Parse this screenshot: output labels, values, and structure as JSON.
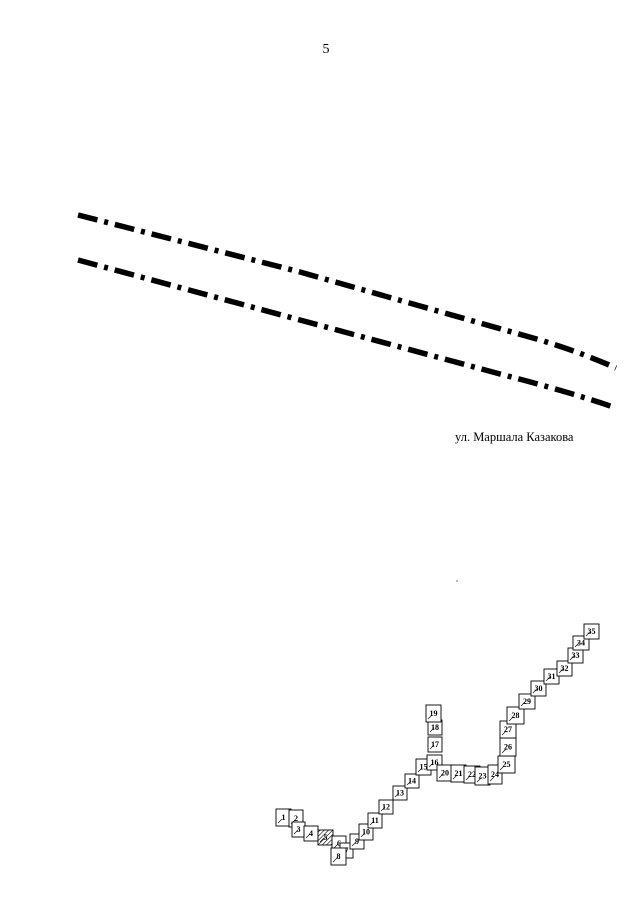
{
  "page_number": "5",
  "street_label": "ул. Маршала Казакова",
  "map": {
    "road_color": "#000000",
    "plots": [
      {
        "label": "1"
      },
      {
        "label": "2"
      },
      {
        "label": "3"
      },
      {
        "label": "4"
      },
      {
        "label": "5",
        "hatched": true
      },
      {
        "label": "6"
      },
      {
        "label": "7"
      },
      {
        "label": "8"
      },
      {
        "label": "9"
      },
      {
        "label": "10"
      },
      {
        "label": "11"
      },
      {
        "label": "12"
      },
      {
        "label": "13"
      },
      {
        "label": "14"
      },
      {
        "label": "15"
      },
      {
        "label": "16"
      },
      {
        "label": "17"
      },
      {
        "label": "18"
      },
      {
        "label": "19"
      },
      {
        "label": "20"
      },
      {
        "label": "21"
      },
      {
        "label": "22"
      },
      {
        "label": "23"
      },
      {
        "label": "24"
      },
      {
        "label": "25"
      },
      {
        "label": "26"
      },
      {
        "label": "27"
      },
      {
        "label": "28"
      },
      {
        "label": "29"
      },
      {
        "label": "30"
      },
      {
        "label": "31"
      },
      {
        "label": "32"
      },
      {
        "label": "33"
      },
      {
        "label": "34"
      },
      {
        "label": "35"
      }
    ]
  }
}
